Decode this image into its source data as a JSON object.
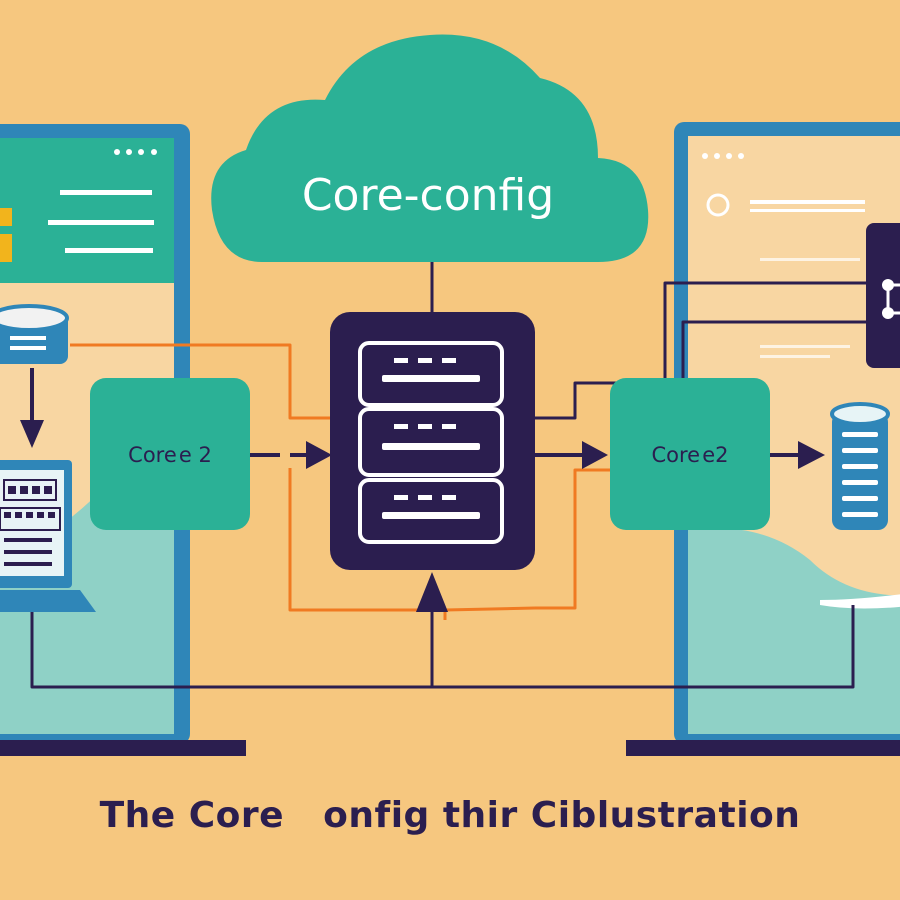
{
  "cloud": {
    "label": "Core-config"
  },
  "left_node": {
    "label": "Core e 2"
  },
  "right_node": {
    "label": "Core e2"
  },
  "caption": "The Core   onfig thir Ciblustration",
  "colors": {
    "background": "#f6c77f",
    "teal": "#2bb196",
    "dark": "#2b1e4f",
    "orange": "#f07a22",
    "screen_blue": "#2f86b8",
    "screen_panel": "#f8d6a2",
    "light_teal": "#8fd1c6"
  }
}
